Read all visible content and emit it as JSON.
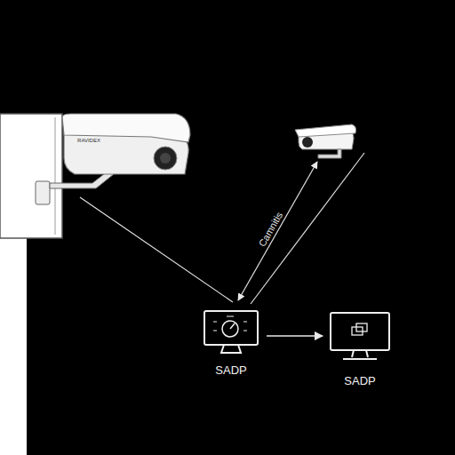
{
  "diagram": {
    "nodes": [
      {
        "text": [
          "SADP"
        ]
      },
      {
        "text": [
          "SADP"
        ]
      }
    ],
    "edges": [
      {
        "from": 0,
        "to": 1,
        "arrow": "to"
      }
    ],
    "labels": [
      "Camnitis",
      "RAVIDEX"
    ]
  }
}
